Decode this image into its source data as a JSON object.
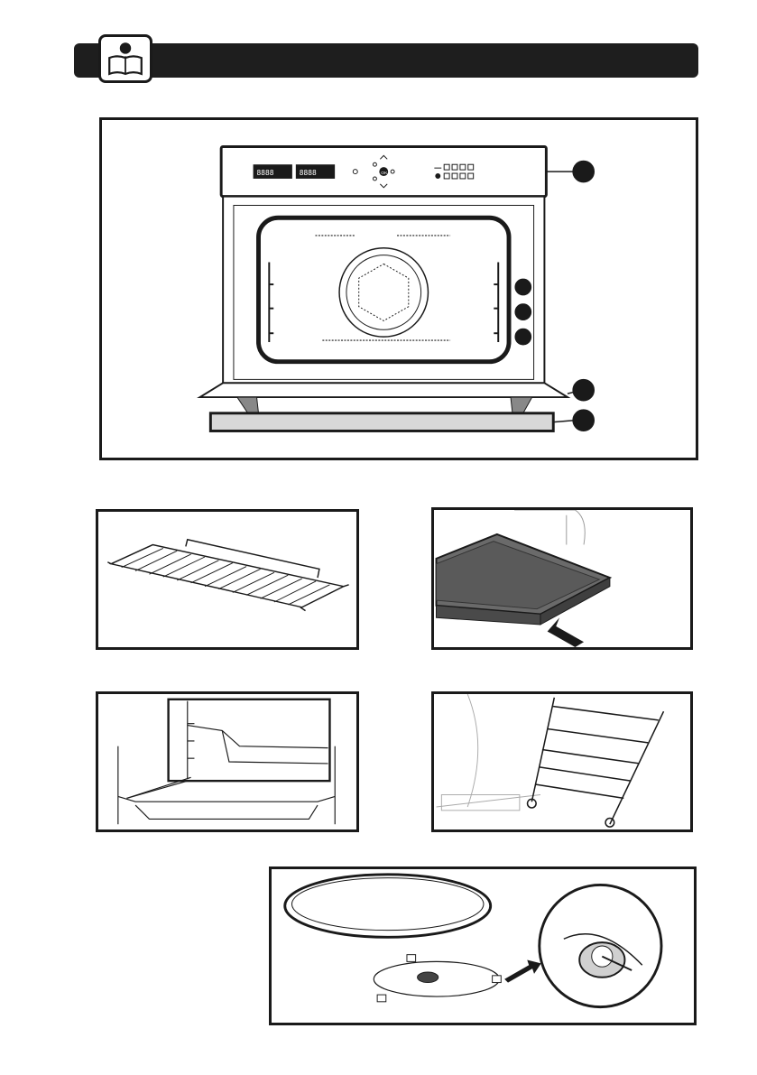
{
  "header": {
    "icon": "reading-manual-icon",
    "title": ""
  },
  "figures": [
    {
      "name": "oven-front-view",
      "callouts": 6
    },
    {
      "name": "wire-rack",
      "callouts": 0
    },
    {
      "name": "baking-tray",
      "callouts": 0
    },
    {
      "name": "tray-on-side-rails",
      "callouts": 0
    },
    {
      "name": "side-shelf-rails",
      "callouts": 0
    },
    {
      "name": "turntable-and-roller-ring",
      "callouts": 0
    }
  ],
  "control_panel": {
    "display_left": "8888",
    "display_right": "8888",
    "ok_label": "OK"
  },
  "colors": {
    "ink": "#1a1a1a",
    "header": "#1e1e1e",
    "tray": "#5a5a5a",
    "callout": "#1a1a1a"
  }
}
